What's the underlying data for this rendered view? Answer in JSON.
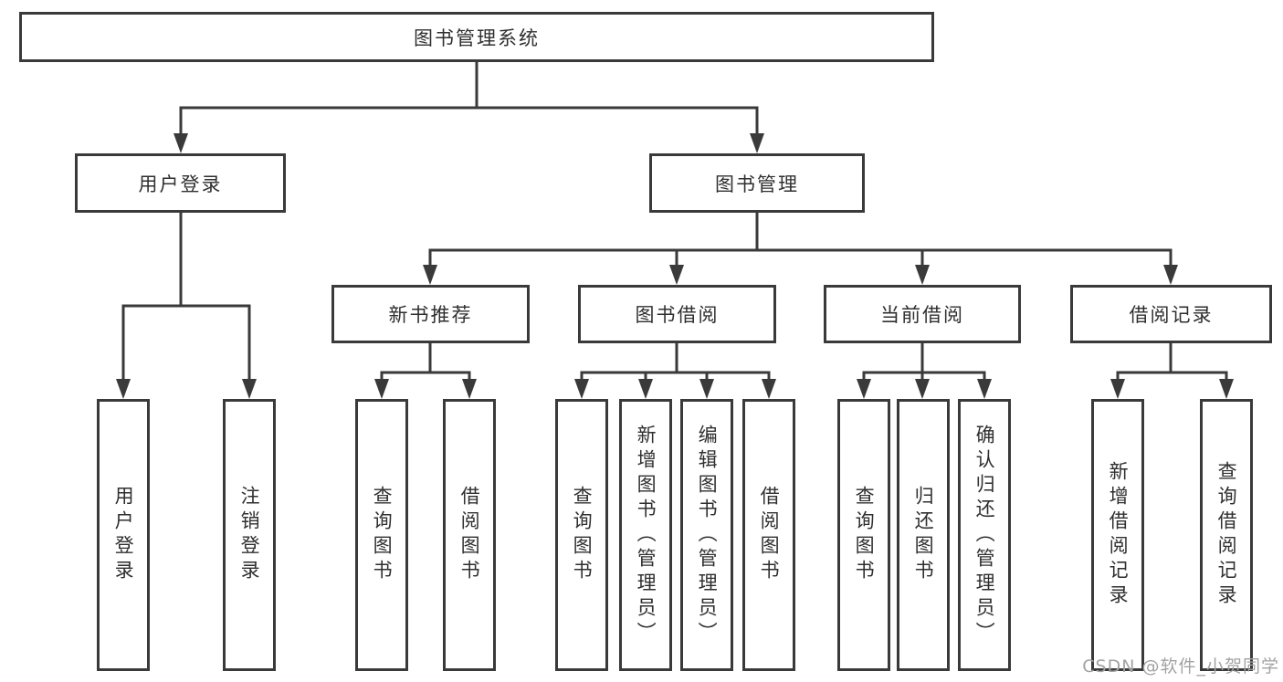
{
  "diagram": {
    "root": {
      "label": "图书管理系统"
    },
    "level2": [
      {
        "label": "用户登录"
      },
      {
        "label": "图书管理"
      }
    ],
    "level3": [
      {
        "label": "新书推荐"
      },
      {
        "label": "图书借阅"
      },
      {
        "label": "当前借阅"
      },
      {
        "label": "借阅记录"
      }
    ],
    "leaves": {
      "user_login": [
        "用户登录",
        "注销登录"
      ],
      "new_book": [
        "查询图书",
        "借阅图书"
      ],
      "book_borrow": [
        "查询图书",
        "新增图书（管理员）",
        "编辑图书（管理员）",
        "借阅图书"
      ],
      "current_borrow": [
        "查询图书",
        "归还图书",
        "确认归还（管理员）"
      ],
      "borrow_record": [
        "新增借阅记录",
        "查询借阅记录"
      ]
    }
  },
  "watermark": {
    "text": "CSDN @软件_小贺同学"
  },
  "colors": {
    "line": "#3a3a3a",
    "text": "#2f2f2f",
    "watermark": "#a3a3a3",
    "background": "#ffffff"
  }
}
